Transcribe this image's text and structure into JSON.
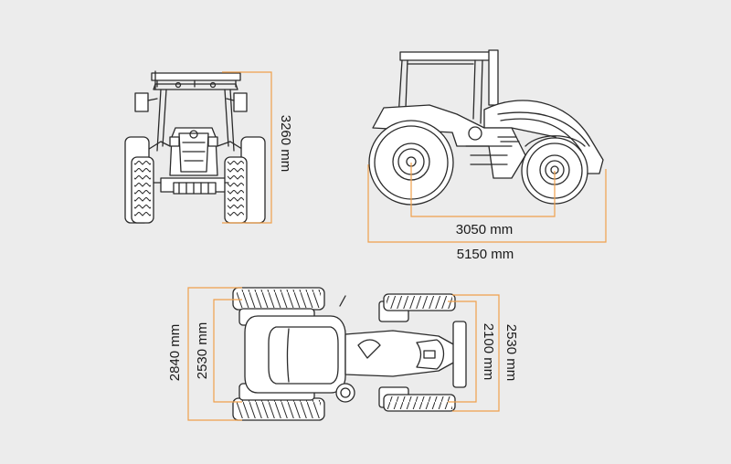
{
  "colors": {
    "background": "#ececec",
    "dimension_line": "#f0a04b",
    "drawing_stroke": "#2a2a2a",
    "text": "#1a1a1a"
  },
  "front_view": {
    "height_label": "3260 mm"
  },
  "side_view": {
    "wheelbase_label": "3050 mm",
    "length_label": "5150 mm"
  },
  "top_view": {
    "rear_outer_width_label": "2840 mm",
    "rear_track_label": "2530 mm",
    "front_track_label": "2100 mm",
    "front_outer_width_label": "2530 mm"
  }
}
